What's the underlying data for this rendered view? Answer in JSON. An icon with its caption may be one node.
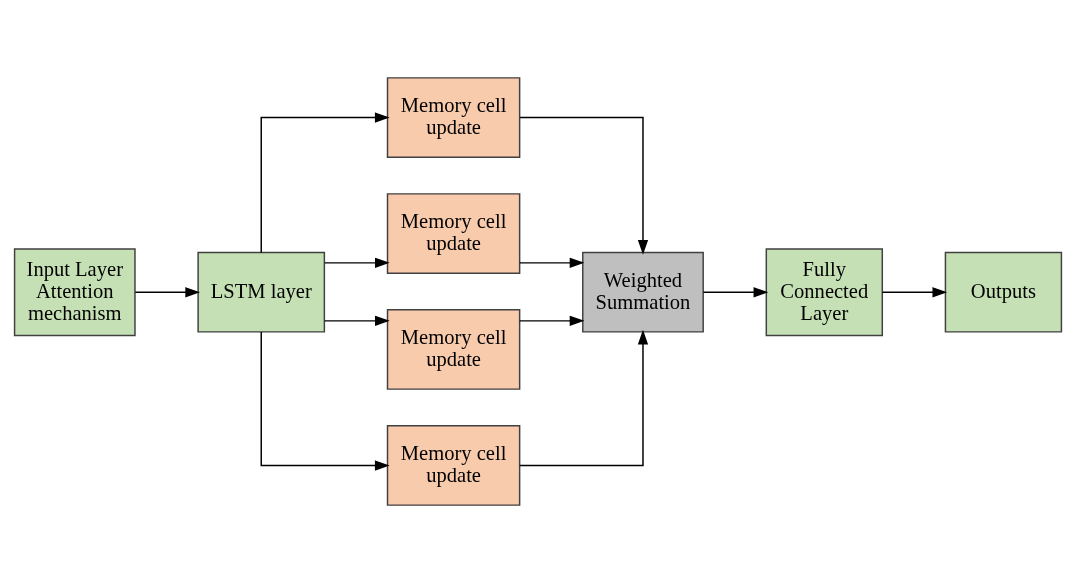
{
  "diagram": {
    "nodes": [
      {
        "text": [
          "Input Layer Attention mechanism"
        ]
      },
      {
        "text": [
          "LSTM layer"
        ]
      },
      {
        "text": [
          "Memory cell update"
        ]
      },
      {
        "text": [
          "Memory cell update"
        ]
      },
      {
        "text": [
          "Memory cell update"
        ]
      },
      {
        "text": [
          "Memory cell update"
        ]
      },
      {
        "text": [
          "Weighted Summation"
        ]
      },
      {
        "text": [
          "Fully Connected Layer"
        ]
      },
      {
        "text": [
          "Outputs"
        ]
      }
    ],
    "edges": [
      {
        "from": 0,
        "to": 1,
        "arrow": "to"
      },
      {
        "from": 1,
        "to": 2,
        "arrow": "to"
      },
      {
        "from": 1,
        "to": 3,
        "arrow": "to"
      },
      {
        "from": 1,
        "to": 4,
        "arrow": "to"
      },
      {
        "from": 1,
        "to": 5,
        "arrow": "to"
      },
      {
        "from": 2,
        "to": 6,
        "arrow": "to"
      },
      {
        "from": 3,
        "to": 6,
        "arrow": "to"
      },
      {
        "from": 4,
        "to": 6,
        "arrow": "to"
      },
      {
        "from": 5,
        "to": 6,
        "arrow": "to"
      },
      {
        "from": 6,
        "to": 7,
        "arrow": "to"
      },
      {
        "from": 7,
        "to": 8,
        "arrow": "to"
      }
    ]
  }
}
